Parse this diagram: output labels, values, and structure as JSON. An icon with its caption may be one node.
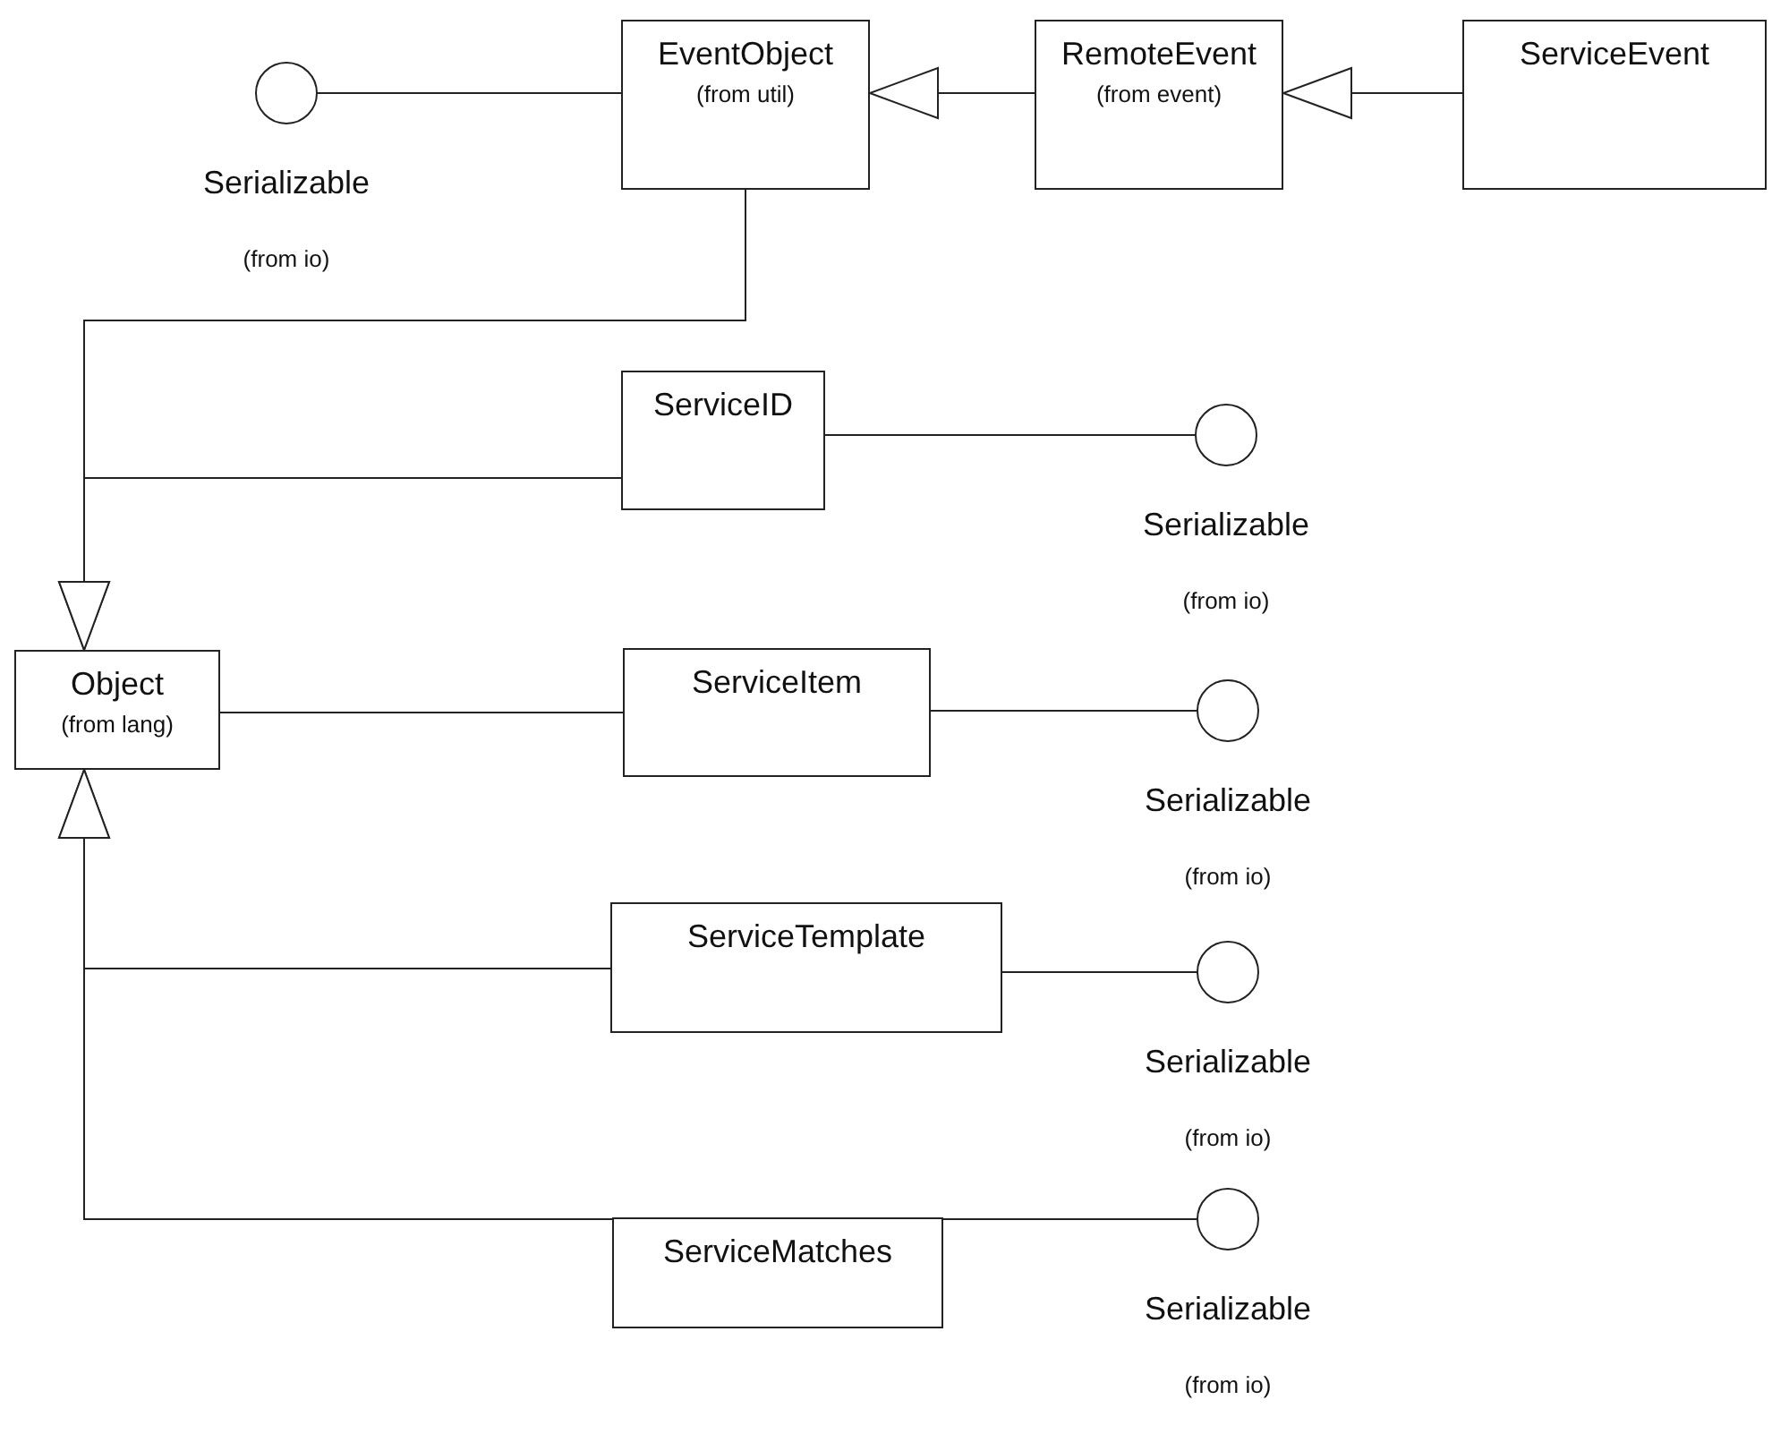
{
  "diagram": {
    "nodes": [
      {
        "text": [
          "Serializable",
          "(from io)"
        ]
      },
      {
        "text": [
          "EventObject",
          "(from util)"
        ]
      },
      {
        "text": [
          "RemoteEvent",
          "(from event)"
        ]
      },
      {
        "text": [
          "ServiceEvent"
        ]
      },
      {
        "text": [
          "ServiceID"
        ]
      },
      {
        "text": [
          "Serializable",
          "(from io)"
        ]
      },
      {
        "text": [
          "Object",
          "(from lang)"
        ]
      },
      {
        "text": [
          "ServiceItem"
        ]
      },
      {
        "text": [
          "Serializable",
          "(from io)"
        ]
      },
      {
        "text": [
          "ServiceTemplate"
        ]
      },
      {
        "text": [
          "Serializable",
          "(from io)"
        ]
      },
      {
        "text": [
          "ServiceMatches"
        ]
      },
      {
        "text": [
          "Serializable",
          "(from io)"
        ]
      }
    ],
    "edges": [
      {
        "from": 1,
        "to": 0,
        "arrow": "none"
      },
      {
        "from": 2,
        "to": 1,
        "arrow": "to"
      },
      {
        "from": 3,
        "to": 2,
        "arrow": "to"
      },
      {
        "from": 1,
        "to": 6,
        "arrow": "to"
      },
      {
        "from": 4,
        "to": 6,
        "arrow": "to"
      },
      {
        "from": 4,
        "to": 5,
        "arrow": "none"
      },
      {
        "from": 7,
        "to": 6,
        "arrow": "to"
      },
      {
        "from": 7,
        "to": 8,
        "arrow": "none"
      },
      {
        "from": 9,
        "to": 6,
        "arrow": "to"
      },
      {
        "from": 9,
        "to": 10,
        "arrow": "none"
      },
      {
        "from": 11,
        "to": 6,
        "arrow": "to"
      },
      {
        "from": 11,
        "to": 12,
        "arrow": "none"
      }
    ]
  }
}
